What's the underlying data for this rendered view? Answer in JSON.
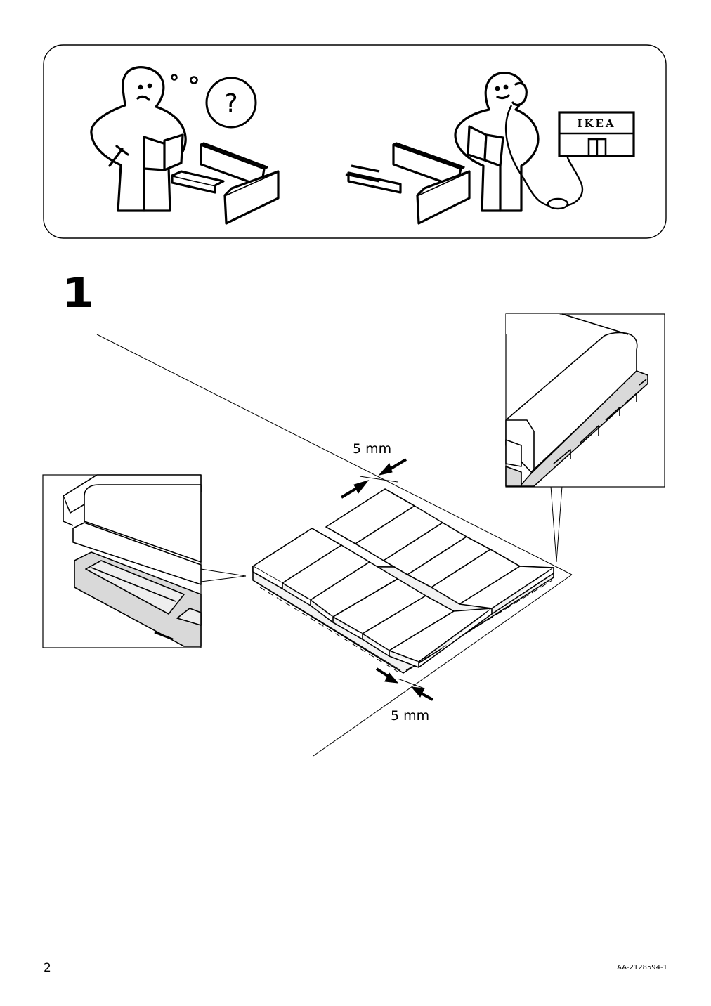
{
  "header_panel": {
    "question_mark": "?",
    "store_sign": "IKEA"
  },
  "step": {
    "number": "1"
  },
  "dimensions": {
    "top_gap": "5 mm",
    "bottom_gap": "5 mm"
  },
  "footer": {
    "page_number": "2",
    "document_code": "AA-2128594-1"
  },
  "colors": {
    "line": "#000000",
    "detail_grey": "#d9d9d9"
  }
}
